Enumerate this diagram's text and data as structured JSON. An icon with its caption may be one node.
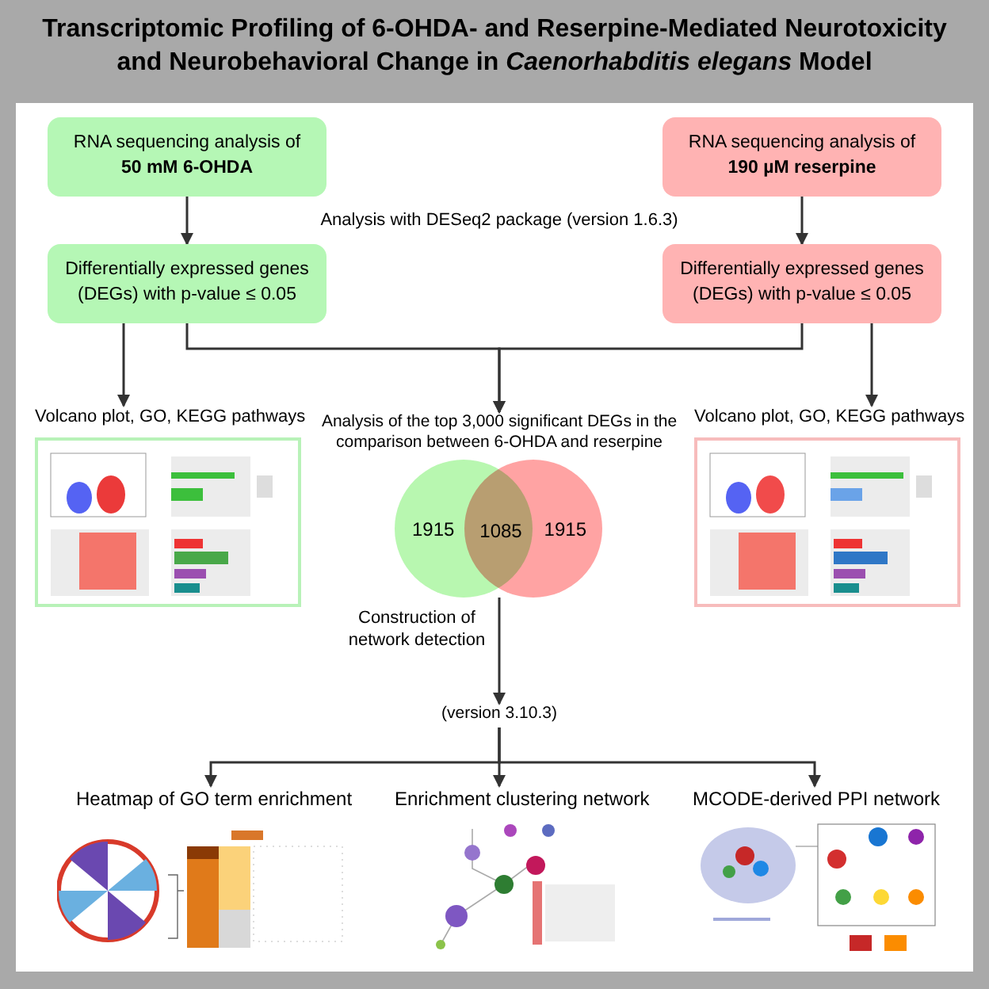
{
  "diagram": {
    "title": "Transcriptomic Profiling of 6-OHDA- and Reserpine-Mediated Neurotoxicity and Neurobehavioral Change in *Caenorhabditis elegans* Model",
    "nodes": [
      {
        "text": [
          "RNA sequencing analysis of",
          "50 mM 6-OHDA"
        ]
      },
      {
        "text": [
          "RNA sequencing analysis of",
          "190 µM reserpine"
        ]
      },
      {
        "text": [
          "Differentially expressed genes (DEGs) with p-value ≤ 0.05"
        ]
      },
      {
        "text": [
          "Differentially expressed genes (DEGs) with p-value ≤ 0.05"
        ]
      },
      {
        "text": [
          "Volcano plot, GO, KEGG pathways"
        ]
      },
      {
        "text": [
          "Analysis of the top 3,000 significant DEGs in the comparison between 6-OHDA and reserpine"
        ]
      },
      {
        "text": [
          "Volcano plot, GO, KEGG pathways"
        ]
      },
      {
        "text": [
          "1915"
        ]
      },
      {
        "text": [
          "1915"
        ]
      },
      {
        "text": [
          "(version 3.10.3)"
        ]
      },
      {
        "text": [
          "Heatmap of GO term enrichment"
        ]
      },
      {
        "text": [
          "Enrichment clustering network"
        ]
      },
      {
        "text": [
          "MCODE-derived PPI network"
        ]
      }
    ],
    "edges": [
      {
        "from": 0,
        "to": 2,
        "arrow": "to"
      },
      {
        "from": 1,
        "to": 3,
        "arrow": "to"
      },
      {
        "from": 2,
        "to": 4,
        "arrow": "to"
      },
      {
        "from": 2,
        "to": 5,
        "arrow": "to"
      },
      {
        "from": 3,
        "to": 5,
        "arrow": "to"
      },
      {
        "from": 3,
        "to": 6,
        "arrow": "to"
      },
      {
        "from": 7,
        "to": 9,
        "arrow": "to"
      },
      {
        "from": 9,
        "to": 10,
        "arrow": "to"
      },
      {
        "from": 9,
        "to": 11,
        "arrow": "to"
      },
      {
        "from": 9,
        "to": 12,
        "arrow": "to"
      }
    ],
    "labels": [
      "Analysis with DESeq2 package (version 1.6.3)",
      "1085",
      "Construction of network detection"
    ]
  }
}
